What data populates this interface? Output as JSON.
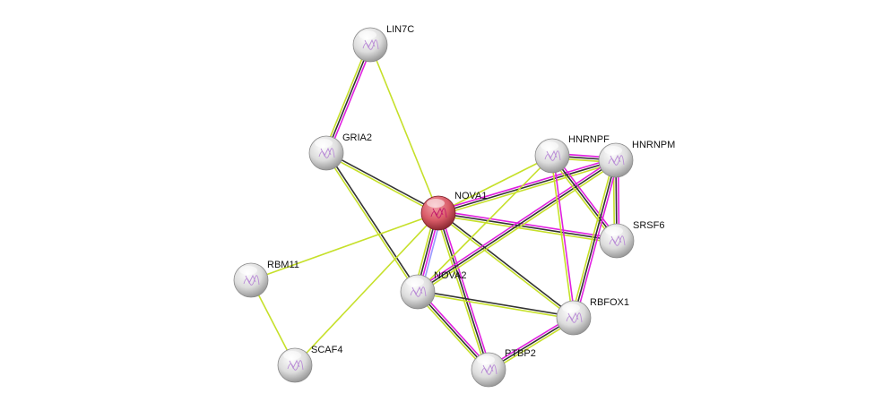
{
  "network": {
    "query_node": "NOVA1",
    "nodes": [
      {
        "id": "LIN7C",
        "label": "LIN7C"
      },
      {
        "id": "GRIA2",
        "label": "GRIA2"
      },
      {
        "id": "NOVA1",
        "label": "NOVA1"
      },
      {
        "id": "HNRNPF",
        "label": "HNRNPF"
      },
      {
        "id": "HNRNPM",
        "label": "HNRNPM"
      },
      {
        "id": "SRSF6",
        "label": "SRSF6"
      },
      {
        "id": "RBM11",
        "label": "RBM11"
      },
      {
        "id": "NOVA2",
        "label": "NOVA2"
      },
      {
        "id": "RBFOX1",
        "label": "RBFOX1"
      },
      {
        "id": "SCAF4",
        "label": "SCAF4"
      },
      {
        "id": "PTBP2",
        "label": "PTBP2"
      }
    ],
    "edge_colors": {
      "textmining": "#c6e02a",
      "coexpression": "#333333",
      "experiments": "#e020e0",
      "homology": "#9999ff"
    },
    "edges": [
      {
        "a": "LIN7C",
        "b": "GRIA2",
        "ev": [
          "experiments",
          "coexpression",
          "textmining"
        ]
      },
      {
        "a": "LIN7C",
        "b": "NOVA1",
        "ev": [
          "textmining"
        ]
      },
      {
        "a": "GRIA2",
        "b": "NOVA1",
        "ev": [
          "coexpression",
          "textmining"
        ]
      },
      {
        "a": "GRIA2",
        "b": "NOVA2",
        "ev": [
          "coexpression",
          "textmining"
        ]
      },
      {
        "a": "RBM11",
        "b": "NOVA1",
        "ev": [
          "textmining"
        ]
      },
      {
        "a": "RBM11",
        "b": "SCAF4",
        "ev": [
          "textmining"
        ]
      },
      {
        "a": "SCAF4",
        "b": "NOVA1",
        "ev": [
          "textmining"
        ]
      },
      {
        "a": "NOVA1",
        "b": "HNRNPF",
        "ev": [
          "textmining"
        ]
      },
      {
        "a": "NOVA1",
        "b": "HNRNPM",
        "ev": [
          "experiments",
          "coexpression",
          "textmining"
        ]
      },
      {
        "a": "NOVA1",
        "b": "SRSF6",
        "ev": [
          "experiments",
          "coexpression",
          "textmining"
        ]
      },
      {
        "a": "NOVA1",
        "b": "NOVA2",
        "ev": [
          "homology",
          "experiments",
          "coexpression",
          "textmining"
        ]
      },
      {
        "a": "NOVA1",
        "b": "PTBP2",
        "ev": [
          "experiments",
          "coexpression",
          "textmining"
        ]
      },
      {
        "a": "NOVA1",
        "b": "RBFOX1",
        "ev": [
          "coexpression",
          "textmining"
        ]
      },
      {
        "a": "NOVA2",
        "b": "HNRNPF",
        "ev": [
          "textmining"
        ]
      },
      {
        "a": "NOVA2",
        "b": "HNRNPM",
        "ev": [
          "experiments",
          "coexpression",
          "textmining"
        ]
      },
      {
        "a": "NOVA2",
        "b": "PTBP2",
        "ev": [
          "experiments",
          "coexpression",
          "textmining"
        ]
      },
      {
        "a": "NOVA2",
        "b": "RBFOX1",
        "ev": [
          "coexpression",
          "textmining"
        ]
      },
      {
        "a": "HNRNPF",
        "b": "HNRNPM",
        "ev": [
          "experiments",
          "coexpression",
          "textmining"
        ]
      },
      {
        "a": "HNRNPF",
        "b": "SRSF6",
        "ev": [
          "experiments",
          "coexpression",
          "textmining"
        ]
      },
      {
        "a": "HNRNPF",
        "b": "RBFOX1",
        "ev": [
          "experiments",
          "textmining"
        ]
      },
      {
        "a": "HNRNPM",
        "b": "SRSF6",
        "ev": [
          "experiments",
          "coexpression",
          "textmining"
        ]
      },
      {
        "a": "HNRNPM",
        "b": "RBFOX1",
        "ev": [
          "experiments",
          "coexpression",
          "textmining"
        ]
      },
      {
        "a": "PTBP2",
        "b": "RBFOX1",
        "ev": [
          "experiments",
          "coexpression",
          "textmining"
        ]
      }
    ]
  }
}
